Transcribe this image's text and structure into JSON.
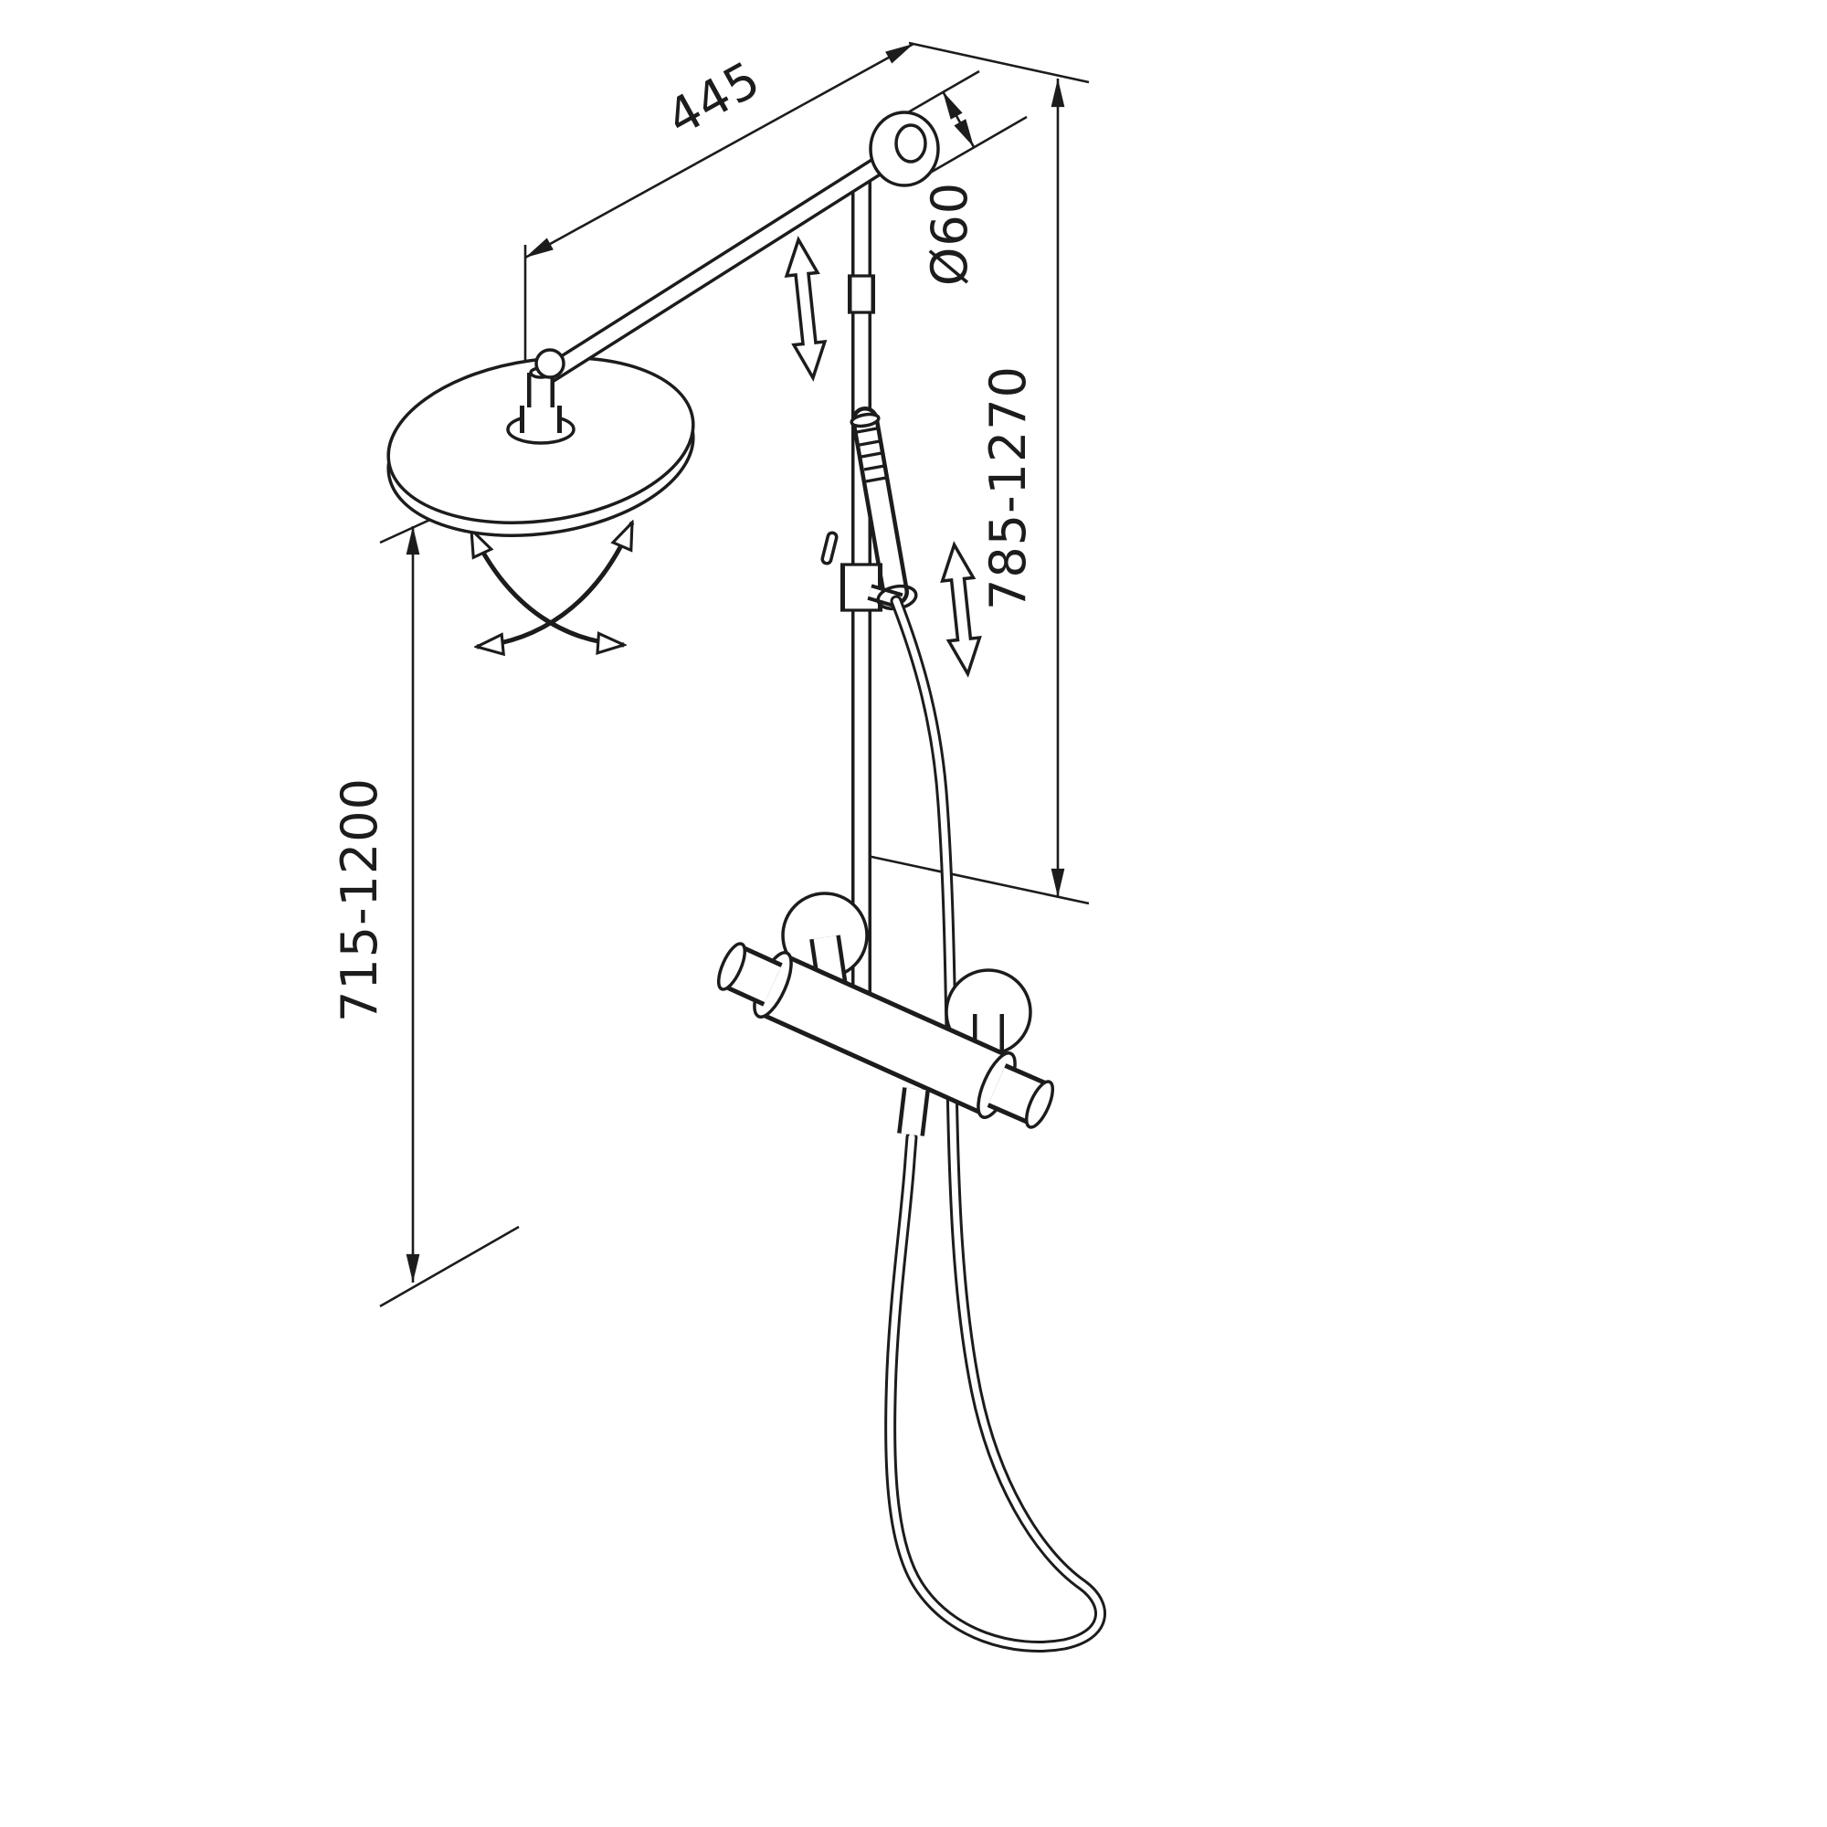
{
  "drawing": {
    "dim_arm_length": "445",
    "dim_flange_diameter": "Ø60",
    "dim_height_right": "785-1270",
    "dim_height_left": "715-1200"
  },
  "colors": {
    "line": "#1c1c1c",
    "background": "#ffffff"
  }
}
